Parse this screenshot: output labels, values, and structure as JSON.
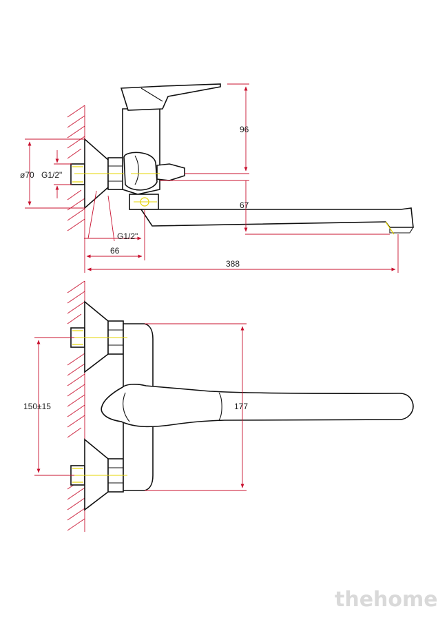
{
  "labels": {
    "height_96": "96",
    "dia_70": "ø70",
    "thread_top": "G1/2\"",
    "spout_67": "67",
    "thread_bottom": "G1/2\"",
    "offset_66": "66",
    "length_388": "388",
    "spacing": "150±15",
    "handle_177": "177"
  },
  "watermark": "thehome",
  "colors": {
    "outline": "#111111",
    "dimension": "#c8102e",
    "centerline": "#e6d400"
  }
}
